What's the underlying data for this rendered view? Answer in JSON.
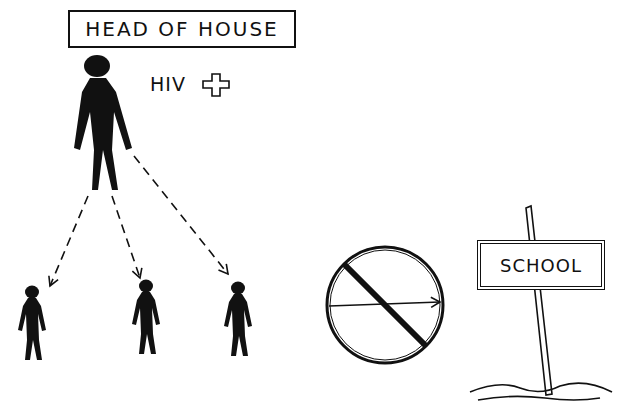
{
  "diagram": {
    "nodes": [
      {
        "text": [
          "HEAD OF HOUSE"
        ]
      },
      {
        "text": [
          "SCHOOL"
        ]
      }
    ],
    "labels": [
      "HIV"
    ]
  }
}
